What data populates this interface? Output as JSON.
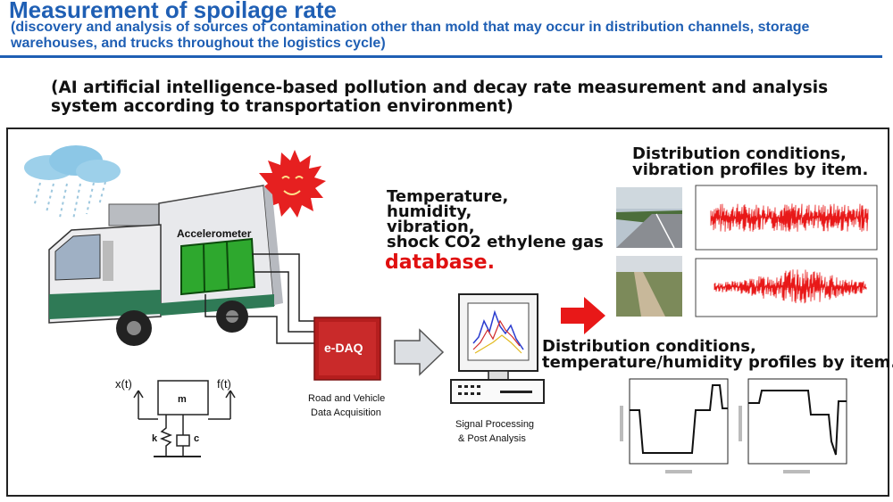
{
  "header": {
    "title": "Measurement of spoilage rate",
    "subtitle": "(discovery and analysis of sources of contamination other than mold that may occur in distribution channels, storage warehouses, and trucks throughout the logistics cycle)"
  },
  "caption": "(AI artificial intelligence-based pollution and decay rate measurement and analysis system according to transportation environment)",
  "diagram": {
    "truck_label": "Accelerometer",
    "spring_x": "x(t)",
    "spring_f": "f(t)",
    "spring_m": "m",
    "spring_k": "k",
    "spring_c": "c",
    "edaq_label": "e-DAQ",
    "edaq_caption_1": "Road and Vehicle",
    "edaq_caption_2": "Data Acquisition",
    "signal_caption_1": "Signal Processing",
    "signal_caption_2": "& Post Analysis",
    "sensors_line_1": "Temperature,",
    "sensors_line_2": "humidity,",
    "sensors_line_3": "vibration,",
    "sensors_line_4": "shock CO2 ethylene gas",
    "database": "database.",
    "vibration_title_1": "Distribution conditions,",
    "vibration_title_2": "vibration profiles by item.",
    "temp_title_1": "Distribution conditions,",
    "temp_title_2": "temperature/humidity profiles by item."
  },
  "colors": {
    "title": "#1f5fb4",
    "database": "#e01010",
    "signal": "#e81818",
    "arrow": "#e81818"
  }
}
